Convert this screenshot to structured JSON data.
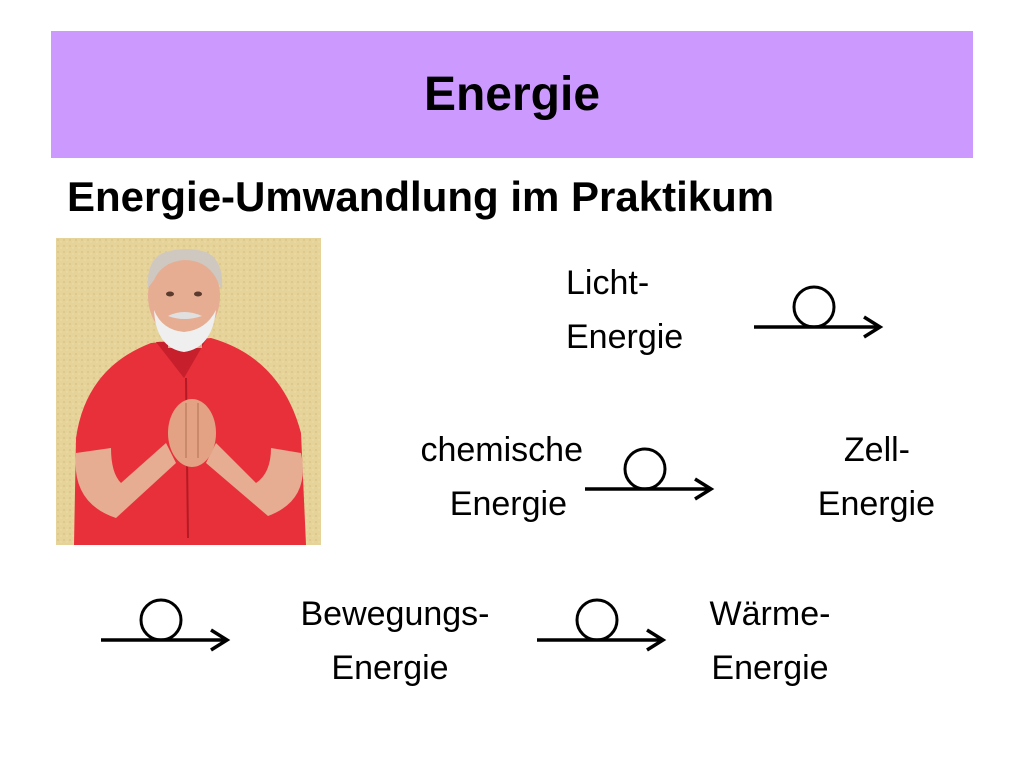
{
  "slide": {
    "title": "Energie",
    "subtitle": "Energie-Umwandlung im Praktikum"
  },
  "colors": {
    "title_band": "#cc99ff",
    "text": "#000000"
  },
  "labels": {
    "licht": [
      "Licht-",
      "Energie"
    ],
    "chemische": [
      "chemische",
      "Energie"
    ],
    "zell": [
      "Zell-",
      "Energie"
    ],
    "bewegungs": [
      "Bewegungs-",
      "Energie"
    ],
    "waerme": [
      "Wärme-",
      "Energie"
    ]
  },
  "photo": {
    "icon": "portrait-photo"
  },
  "arrows": {
    "icon": "circle-over-arrow-icon"
  }
}
